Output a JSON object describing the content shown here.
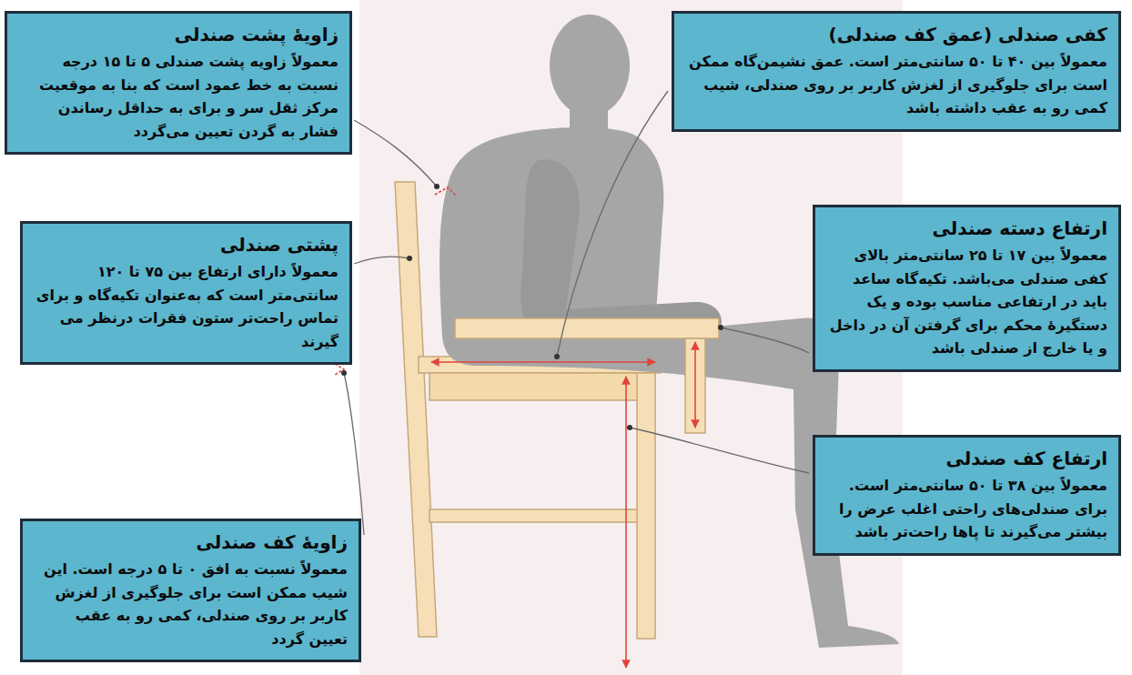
{
  "diagram": {
    "nodes": [
      {
        "text": [
          "کفی صندلی (عمق کف صندلی)",
          "معمولاً بین ۴۰ تا ۵۰ سانتی‌متر است. عمق نشیمن‌گاه ممکن است برای جلوگیری از لغزش کاربر بر روی صندلی، شیب کمی رو به عقب داشته باشد"
        ]
      },
      {
        "text": [
          "زاویهٔ پشت صندلی",
          "معمولاً زاویه پشت صندلی ۵ تا ۱۵ درجه نسبت به خط عمود است که بنا به موقعیت مرکز ثقل سر و برای به حداقل رساندن فشار به گردن تعیین می‌گردد"
        ]
      },
      {
        "text": [
          "ارتفاع دسته صندلی",
          "معمولاً بین ۱۷ تا ۲۵ سانتی‌متر بالای کفی صندلی می‌باشد. تکیه‌گاه ساعد باید در ارتفاعی مناسب بوده و یک دستگیرهٔ محکم برای گرفتن آن در داخل و یا خارج از صندلی باشد"
        ]
      },
      {
        "text": [
          "پشتی صندلی",
          "معمولاً دارای ارتفاع بین ۷۵ تا ۱۲۰ سانتی‌متر است که به‌عنوان تکیه‌گاه و برای تماس راحت‌تر ستون فقرات درنظر می گیرند"
        ]
      },
      {
        "text": [
          "ارتفاع کف صندلی",
          "معمولاً بین ۳۸ تا ۵۰ سانتی‌متر است. برای صندلی‌های راحتی اغلب عرض را بیشتر می‌گیرند تا پاها راحت‌تر باشد"
        ]
      },
      {
        "text": [
          "زاویهٔ کف صندلی",
          "معمولاً نسبت به افق ۰ تا ۵ درجه است. این شیب ممکن است برای جلوگیری از لغزش کاربر بر روی صندلی، کمی رو به عقب تعیین گردد"
        ]
      }
    ]
  }
}
